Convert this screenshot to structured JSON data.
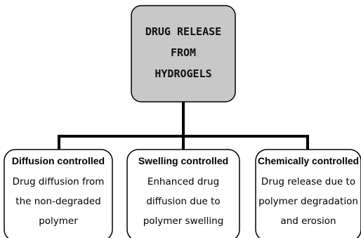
{
  "root": {
    "lines": [
      "DRUG RELEASE",
      "FROM",
      "HYDROGELS"
    ],
    "fill": "#c8c8c8"
  },
  "children": [
    {
      "title": "Diffusion controlled",
      "lines": [
        "Drug diffusion from",
        "the non-degraded",
        "polymer"
      ]
    },
    {
      "title": "Swelling controlled",
      "lines": [
        "Enhanced drug",
        "diffusion due to",
        "polymer swelling"
      ]
    },
    {
      "title": "Chemically controlled",
      "lines": [
        "Drug release due to",
        "polymer degradation",
        "and erosion"
      ]
    }
  ],
  "colors": {
    "stroke": "#000000",
    "child_fill": "#ffffff"
  }
}
